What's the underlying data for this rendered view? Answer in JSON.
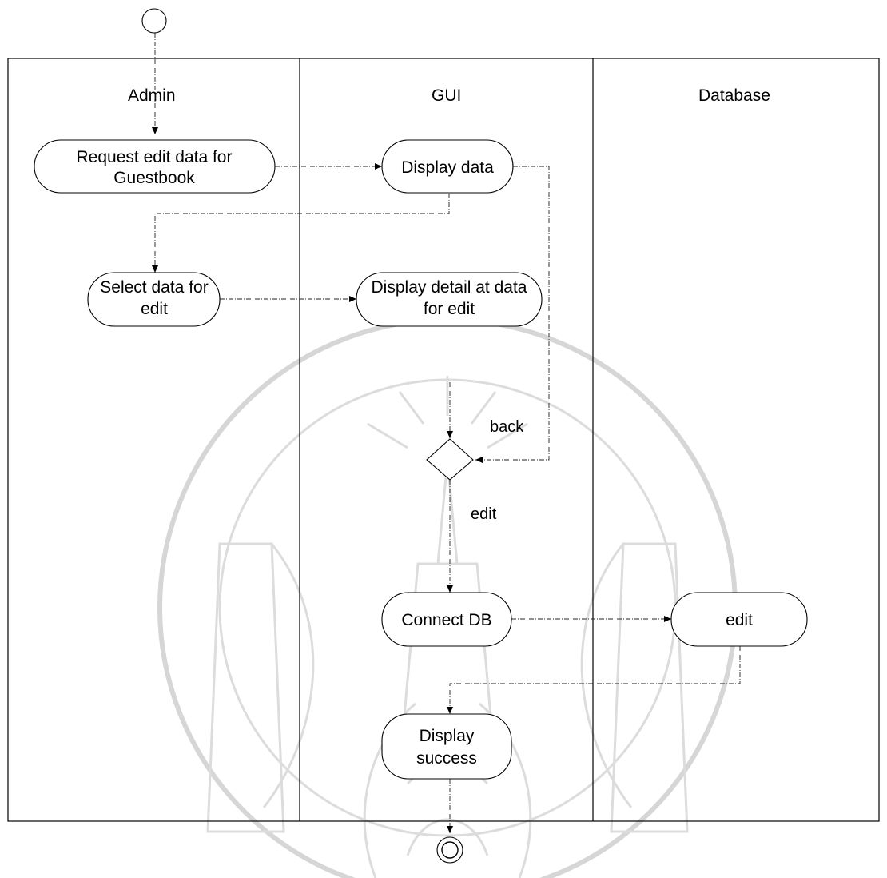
{
  "lanes": [
    {
      "title": "Admin"
    },
    {
      "title": "GUI"
    },
    {
      "title": "Database"
    }
  ],
  "nodes": {
    "request_edit": [
      "Request edit data for",
      "Guestbook"
    ],
    "display_data": [
      "Display data"
    ],
    "select_data": [
      "Select data for",
      "edit"
    ],
    "display_detail": [
      "Display detail at data",
      "for edit"
    ],
    "connect_db": [
      "Connect DB"
    ],
    "db_edit": [
      "edit"
    ],
    "display_success": [
      "Display",
      "success"
    ]
  },
  "guards": {
    "back": "back",
    "edit": "edit"
  },
  "watermark": {
    "type": "institutional seal",
    "color": "#d6d6d6"
  }
}
